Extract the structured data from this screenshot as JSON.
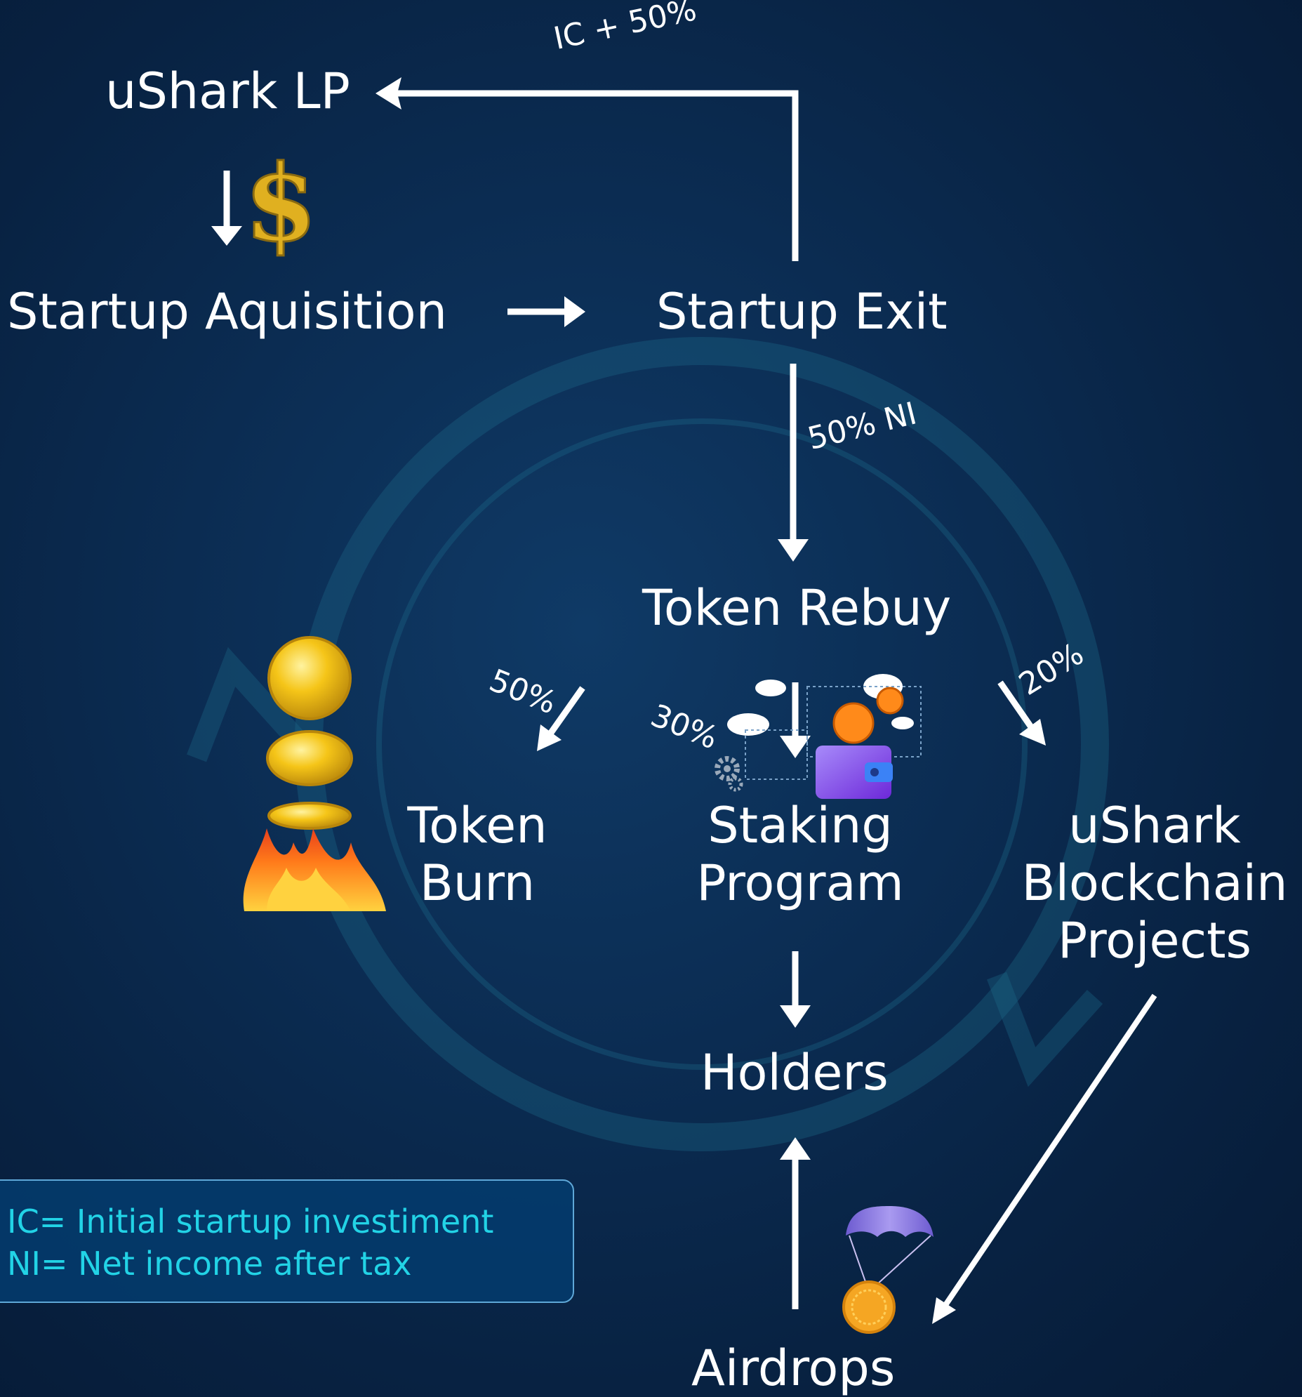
{
  "colors": {
    "background": "#082242",
    "text": "#ffffff",
    "legend_text": "#22d3e6",
    "legend_border": "#5fa8d8",
    "arrow": "#ffffff",
    "coin_gold": "#f5c518",
    "flame": "#ff7a1a",
    "wallet": "#8b5cf6",
    "parachute": "#8b6fe0"
  },
  "nodes": {
    "ushark_lp": "uShark LP",
    "startup_acquisition": "Startup Aquisition",
    "startup_exit": "Startup Exit",
    "token_rebuy": "Token Rebuy",
    "token_burn": [
      "Token",
      "Burn"
    ],
    "staking_program": [
      "Staking",
      "Program"
    ],
    "ushark_blockchain_projects": [
      "uShark",
      "Blockchain",
      "Projects"
    ],
    "holders": "Holders",
    "airdrops": "Airdrops"
  },
  "edge_labels": {
    "exit_to_lp": "IC + 50%",
    "exit_to_rebuy": "50% NI",
    "rebuy_to_burn": "50%",
    "rebuy_to_staking": "30%",
    "rebuy_to_blockchain": "20%"
  },
  "legend": {
    "ic": "IC= Initial startup investiment",
    "ni": "NI= Net income after tax"
  },
  "icons": [
    "dollar-sign-icon",
    "coins-stack-icon",
    "flame-icon",
    "cloud-wallet-icon",
    "gear-icon",
    "parachute-coin-icon"
  ]
}
